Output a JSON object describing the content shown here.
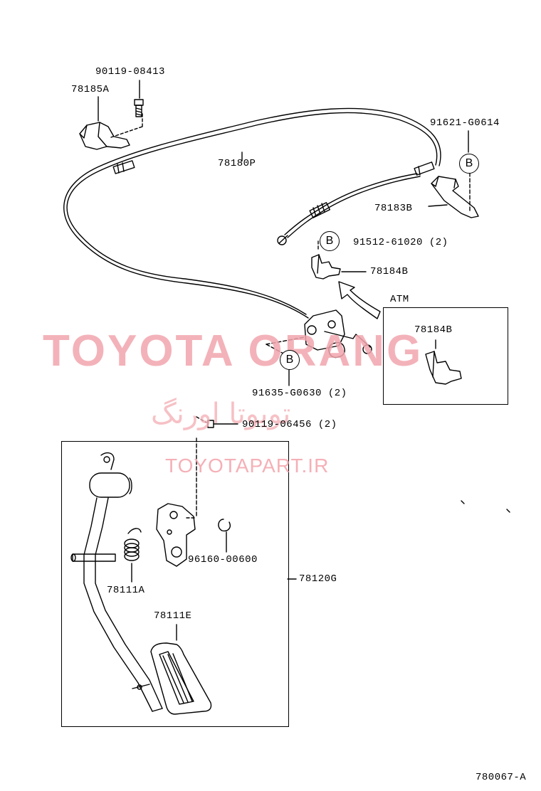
{
  "diagram": {
    "part_labels": {
      "bolt_top": "90119-08413",
      "bracket_left": "78185A",
      "cable": "78180P",
      "clip_top_right": "91621-G0614",
      "bracket_right": "78183B",
      "clip_mid": "91512-61020 (2)",
      "bracket_mid": "78184B",
      "atm_caption": "ATM",
      "atm_bracket": "78184B",
      "clip_lower": "91635-G0630 (2)",
      "bolt_lower": "90119-06456 (2)",
      "ring": "96160-00600",
      "pedal_assembly": "78120G",
      "spring": "78111A",
      "pad": "78111E"
    },
    "callout_letter": "B",
    "figure_number": "780067-A"
  },
  "watermark": {
    "brand": "TOYOTA ORANG",
    "persian": "تویوتا اورنگ",
    "url": "TOYOTAPART.IR"
  }
}
